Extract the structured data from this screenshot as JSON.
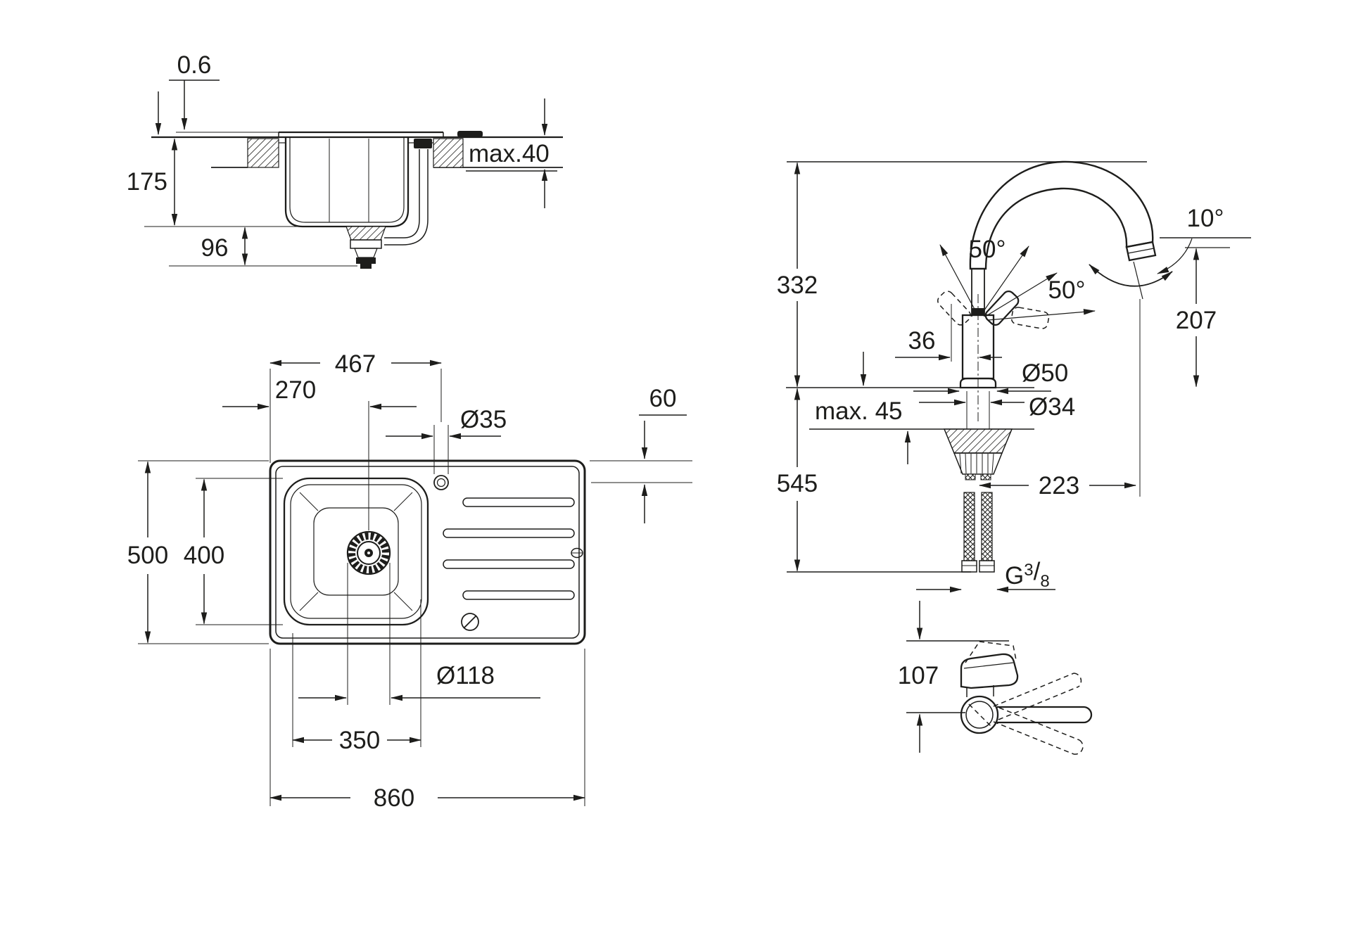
{
  "colors": {
    "line": "#1d1d1b",
    "background": "#ffffff"
  },
  "labels": {
    "side": {
      "rim_height": "0.6",
      "bowl_depth": "175",
      "drain_height": "96",
      "counter_max": "max.40"
    },
    "plan": {
      "hole_offset": "467",
      "drain_offset": "270",
      "hole_dia": "Ø35",
      "hole_edge": "60",
      "depth": "500",
      "bowl_length": "400",
      "drain_dia": "Ø118",
      "bowl_width": "350",
      "width": "860"
    },
    "faucet": {
      "height": "332",
      "lever_left": "50°",
      "lever_right": "50°",
      "spout_tilt": "10°",
      "spout_height": "207",
      "body_offset": "36",
      "base_dia": "Ø50",
      "deck_max": "max. 45",
      "shank_dia": "Ø34",
      "hose_length": "545",
      "spout_reach": "223",
      "thread_g": "G",
      "thread_num": "3",
      "thread_slash": "/",
      "thread_den": "8",
      "swing_depth": "107"
    }
  }
}
